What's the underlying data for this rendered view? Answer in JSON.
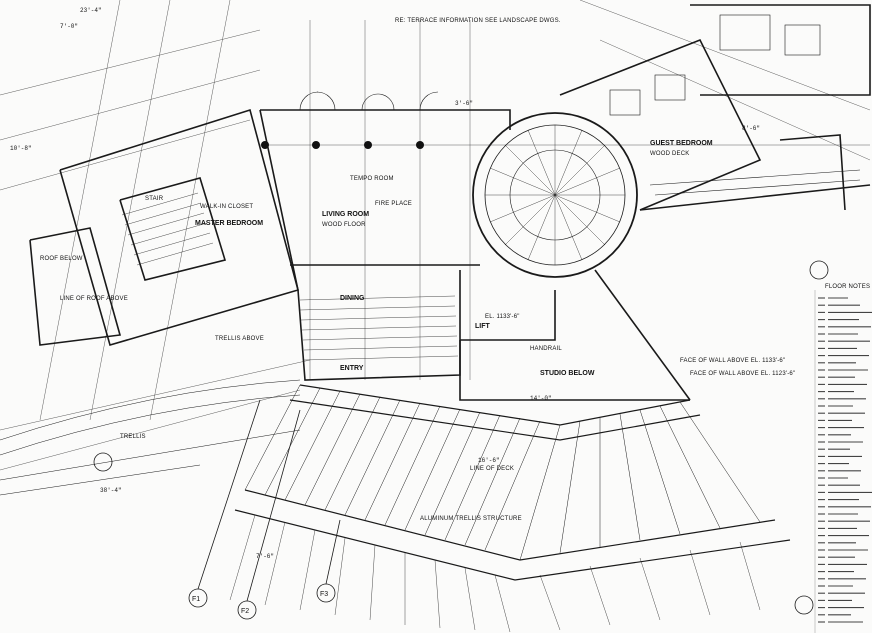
{
  "labels": {
    "sidewalk_top": "RE: TERRACE INFORMATION SEE LANDSCAPE DWGS.",
    "tempo_room": "TEMPO ROOM",
    "living_room": "LIVING ROOM",
    "wood_floor": "WOOD FLOOR",
    "fire_place": "FIRE PLACE",
    "master_bedroom": "MASTER BEDROOM",
    "walk_in_closet": "WALK-IN CLOSET",
    "dining": "DINING",
    "entry": "ENTRY",
    "lift": "LIFT",
    "studio_below": "STUDIO BELOW",
    "line_of_deck": "LINE OF DECK",
    "handrail": "HANDRAIL",
    "trellis_above": "TRELLIS ABOVE",
    "trellis": "TRELLIS",
    "aluminum_trellis": "ALUMINUM TRELLIS STRUCTURE",
    "guest_bedroom": "GUEST BEDROOM",
    "wood_deck": "WOOD DECK",
    "stair": "STAIR",
    "line_of_roof_above": "LINE OF ROOF ABOVE",
    "roof_below": "ROOF BELOW",
    "face_of_wall_1": "FACE OF WALL ABOVE EL. 1133'-6\"",
    "face_of_wall_2": "FACE OF WALL ABOVE EL. 1123'-6\"",
    "floor_line": "EL. 1133'-6\"",
    "floor_notes": "FLOOR NOTES"
  },
  "dimensions": {
    "d1": "23'-4\"",
    "d2": "7'-0\"",
    "d3": "10'-8\"",
    "d4": "16'-6\"",
    "d5": "38'-4\"",
    "d6": "8'-6\"",
    "d7": "14'-0\"",
    "d8": "3'-6\"",
    "d9": "7'-6\""
  },
  "grid_marks": [
    "F1",
    "F2",
    "F3"
  ],
  "legend_rows": 46
}
